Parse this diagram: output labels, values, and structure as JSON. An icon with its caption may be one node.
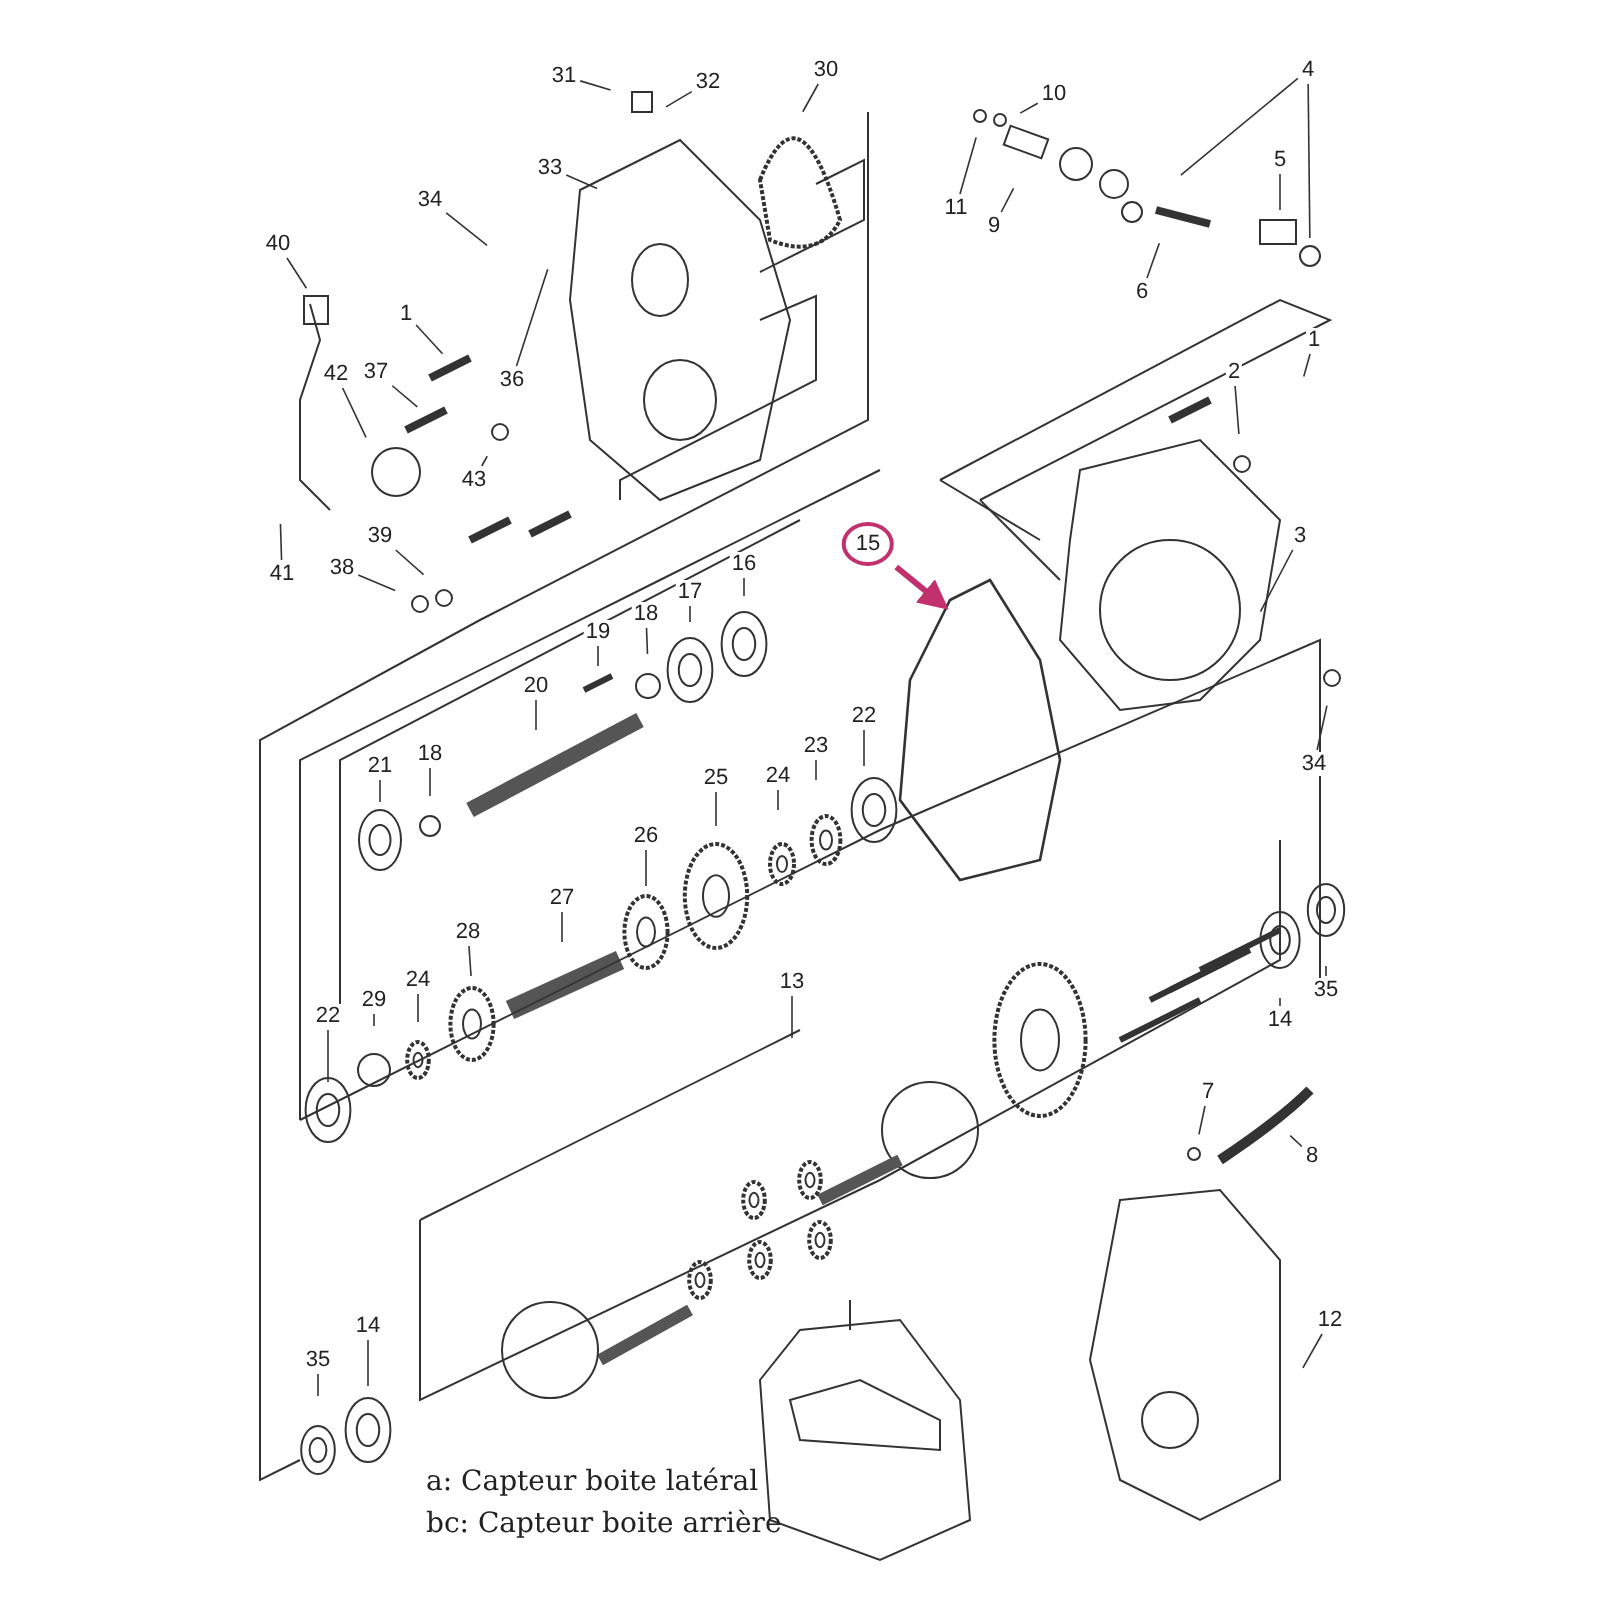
{
  "diagram": {
    "nodes": [
      {
        "text": [
          "31"
        ]
      },
      {
        "text": [
          "32"
        ]
      },
      {
        "text": [
          "30"
        ]
      },
      {
        "text": [
          "33"
        ]
      },
      {
        "text": [
          "34"
        ]
      },
      {
        "text": [
          "40"
        ]
      },
      {
        "text": [
          "1"
        ]
      },
      {
        "text": [
          "37"
        ]
      },
      {
        "text": [
          "42"
        ]
      },
      {
        "text": [
          "36"
        ]
      },
      {
        "text": [
          "43"
        ]
      },
      {
        "text": [
          "41"
        ]
      },
      {
        "text": [
          "39"
        ]
      },
      {
        "text": [
          "38"
        ]
      },
      {
        "text": [
          "10"
        ]
      },
      {
        "text": [
          "11"
        ]
      },
      {
        "text": [
          "9"
        ]
      },
      {
        "text": [
          "4"
        ]
      },
      {
        "text": [
          "5"
        ]
      },
      {
        "text": [
          "6"
        ]
      },
      {
        "text": [
          "2"
        ]
      },
      {
        "text": [
          "1"
        ]
      },
      {
        "text": [
          "3"
        ]
      },
      {
        "text": [
          "34"
        ]
      },
      {
        "text": [
          "15"
        ]
      },
      {
        "text": [
          "16"
        ]
      },
      {
        "text": [
          "17"
        ]
      },
      {
        "text": [
          "18"
        ]
      },
      {
        "text": [
          "19"
        ]
      },
      {
        "text": [
          "20"
        ]
      },
      {
        "text": [
          "21"
        ]
      },
      {
        "text": [
          "18"
        ]
      },
      {
        "text": [
          "22"
        ]
      },
      {
        "text": [
          "23"
        ]
      },
      {
        "text": [
          "24"
        ]
      },
      {
        "text": [
          "25"
        ]
      },
      {
        "text": [
          "26"
        ]
      },
      {
        "text": [
          "27"
        ]
      },
      {
        "text": [
          "28"
        ]
      },
      {
        "text": [
          "24"
        ]
      },
      {
        "text": [
          "29"
        ]
      },
      {
        "text": [
          "22"
        ]
      },
      {
        "text": [
          "13"
        ]
      },
      {
        "text": [
          "14"
        ]
      },
      {
        "text": [
          "35"
        ]
      },
      {
        "text": [
          "7"
        ]
      },
      {
        "text": [
          "8"
        ]
      },
      {
        "text": [
          "12"
        ]
      },
      {
        "text": [
          "35"
        ]
      },
      {
        "text": [
          "14"
        ]
      }
    ],
    "edges": [
      {
        "from": 0,
        "to": null,
        "arrow": "none"
      },
      {
        "from": 1,
        "to": null,
        "arrow": "none"
      },
      {
        "from": 2,
        "to": null,
        "arrow": "none"
      },
      {
        "from": 3,
        "to": null,
        "arrow": "none"
      },
      {
        "from": 4,
        "to": null,
        "arrow": "none"
      },
      {
        "from": 5,
        "to": null,
        "arrow": "none"
      },
      {
        "from": 6,
        "to": null,
        "arrow": "none"
      },
      {
        "from": 7,
        "to": null,
        "arrow": "none"
      },
      {
        "from": 8,
        "to": null,
        "arrow": "none"
      },
      {
        "from": 9,
        "to": null,
        "arrow": "none"
      },
      {
        "from": 10,
        "to": null,
        "arrow": "none"
      },
      {
        "from": 11,
        "to": null,
        "arrow": "none"
      },
      {
        "from": 12,
        "to": null,
        "arrow": "none"
      },
      {
        "from": 13,
        "to": null,
        "arrow": "none"
      },
      {
        "from": 14,
        "to": null,
        "arrow": "none"
      },
      {
        "from": 15,
        "to": null,
        "arrow": "none"
      },
      {
        "from": 16,
        "to": null,
        "arrow": "none"
      },
      {
        "from": 17,
        "to": null,
        "arrow": "none"
      },
      {
        "from": 17,
        "to": null,
        "arrow": "none"
      },
      {
        "from": 18,
        "to": null,
        "arrow": "none"
      },
      {
        "from": 19,
        "to": null,
        "arrow": "none"
      },
      {
        "from": 20,
        "to": null,
        "arrow": "none"
      },
      {
        "from": 21,
        "to": null,
        "arrow": "none"
      },
      {
        "from": 22,
        "to": null,
        "arrow": "none"
      },
      {
        "from": 23,
        "to": null,
        "arrow": "none"
      },
      {
        "from": 24,
        "to": null,
        "arrow": "to",
        "style": "thick",
        "color": "#c2306e"
      },
      {
        "from": 25,
        "to": null,
        "arrow": "none"
      },
      {
        "from": 26,
        "to": null,
        "arrow": "none"
      },
      {
        "from": 27,
        "to": null,
        "arrow": "none"
      },
      {
        "from": 28,
        "to": null,
        "arrow": "none"
      },
      {
        "from": 29,
        "to": null,
        "arrow": "none"
      },
      {
        "from": 30,
        "to": null,
        "arrow": "none"
      },
      {
        "from": 31,
        "to": null,
        "arrow": "none"
      },
      {
        "from": 32,
        "to": null,
        "arrow": "none"
      },
      {
        "from": 33,
        "to": null,
        "arrow": "none"
      },
      {
        "from": 34,
        "to": null,
        "arrow": "none"
      },
      {
        "from": 35,
        "to": null,
        "arrow": "none"
      },
      {
        "from": 36,
        "to": null,
        "arrow": "none"
      },
      {
        "from": 37,
        "to": null,
        "arrow": "none"
      },
      {
        "from": 38,
        "to": null,
        "arrow": "none"
      },
      {
        "from": 39,
        "to": null,
        "arrow": "none"
      },
      {
        "from": 40,
        "to": null,
        "arrow": "none"
      },
      {
        "from": 41,
        "to": null,
        "arrow": "none"
      },
      {
        "from": 42,
        "to": null,
        "arrow": "none"
      },
      {
        "from": 43,
        "to": null,
        "arrow": "none"
      },
      {
        "from": 44,
        "to": null,
        "arrow": "none"
      },
      {
        "from": 45,
        "to": null,
        "arrow": "none"
      },
      {
        "from": 46,
        "to": null,
        "arrow": "none"
      },
      {
        "from": 47,
        "to": null,
        "arrow": "none"
      },
      {
        "from": 48,
        "to": null,
        "arrow": "none"
      },
      {
        "from": 49,
        "to": null,
        "arrow": "none"
      }
    ],
    "labels": [
      "a: Capteur boite latéral",
      "bc: Capteur boite arrière"
    ]
  }
}
